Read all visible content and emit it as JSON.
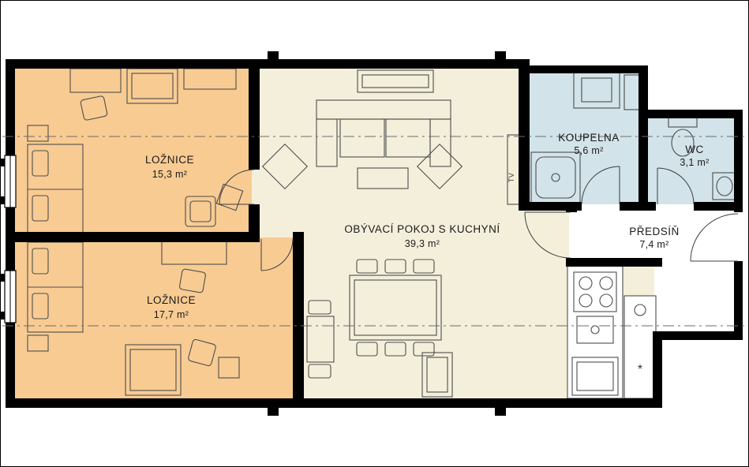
{
  "plan": {
    "rooms": [
      {
        "id": "bedroom-1",
        "name": "LOŽNICE",
        "area": "15,3 m²"
      },
      {
        "id": "bedroom-2",
        "name": "LOŽNICE",
        "area": "17,7 m²"
      },
      {
        "id": "living-kitchen",
        "name": "OBÝVACÍ POKOJ S KUCHYNÍ",
        "area": "39,3 m²"
      },
      {
        "id": "bathroom",
        "name": "KOUPELNA",
        "area": "5,6 m²"
      },
      {
        "id": "wc",
        "name": "WC",
        "area": "3,1 m²"
      },
      {
        "id": "hall",
        "name": "PŘEDSÍŇ",
        "area": "7,4 m²"
      }
    ],
    "annotations": {
      "tv": "TV",
      "appliance": "*"
    }
  },
  "colors": {
    "bedroom": "#f8cb92",
    "living": "#f4efdb",
    "bath": "#d2e4e9",
    "hall": "#ffffff",
    "wall": "#000000"
  }
}
